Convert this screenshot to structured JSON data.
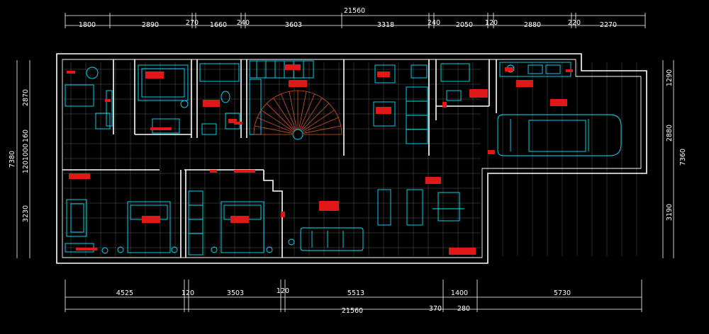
{
  "colors": {
    "background": "#000000",
    "wall": "#ffffff",
    "dimension": "#ffffff",
    "dimension_text": "#ffffff",
    "furniture": "#00e5ff",
    "grid": "#5a5a5a",
    "tag": "#ff1f1f",
    "stair": "#d8552a"
  },
  "dimensions": {
    "top_total": "21560",
    "top_segments": [
      "1800",
      "2890",
      "270",
      "1660",
      "240",
      "3603",
      "3318",
      "240",
      "2050",
      "120",
      "2880",
      "220",
      "2270"
    ],
    "bottom_segments": [
      "4525",
      "120",
      "3503",
      "120",
      "5513",
      "1400",
      "5730"
    ],
    "bottom_total": "21560",
    "bottom_extra": [
      "370",
      "280"
    ],
    "left_total": "7380",
    "left_segments": [
      "2870",
      "160",
      "1000",
      "120",
      "3230"
    ],
    "right_total": "7360",
    "right_segments": [
      "1290",
      "2880",
      "3190"
    ]
  }
}
